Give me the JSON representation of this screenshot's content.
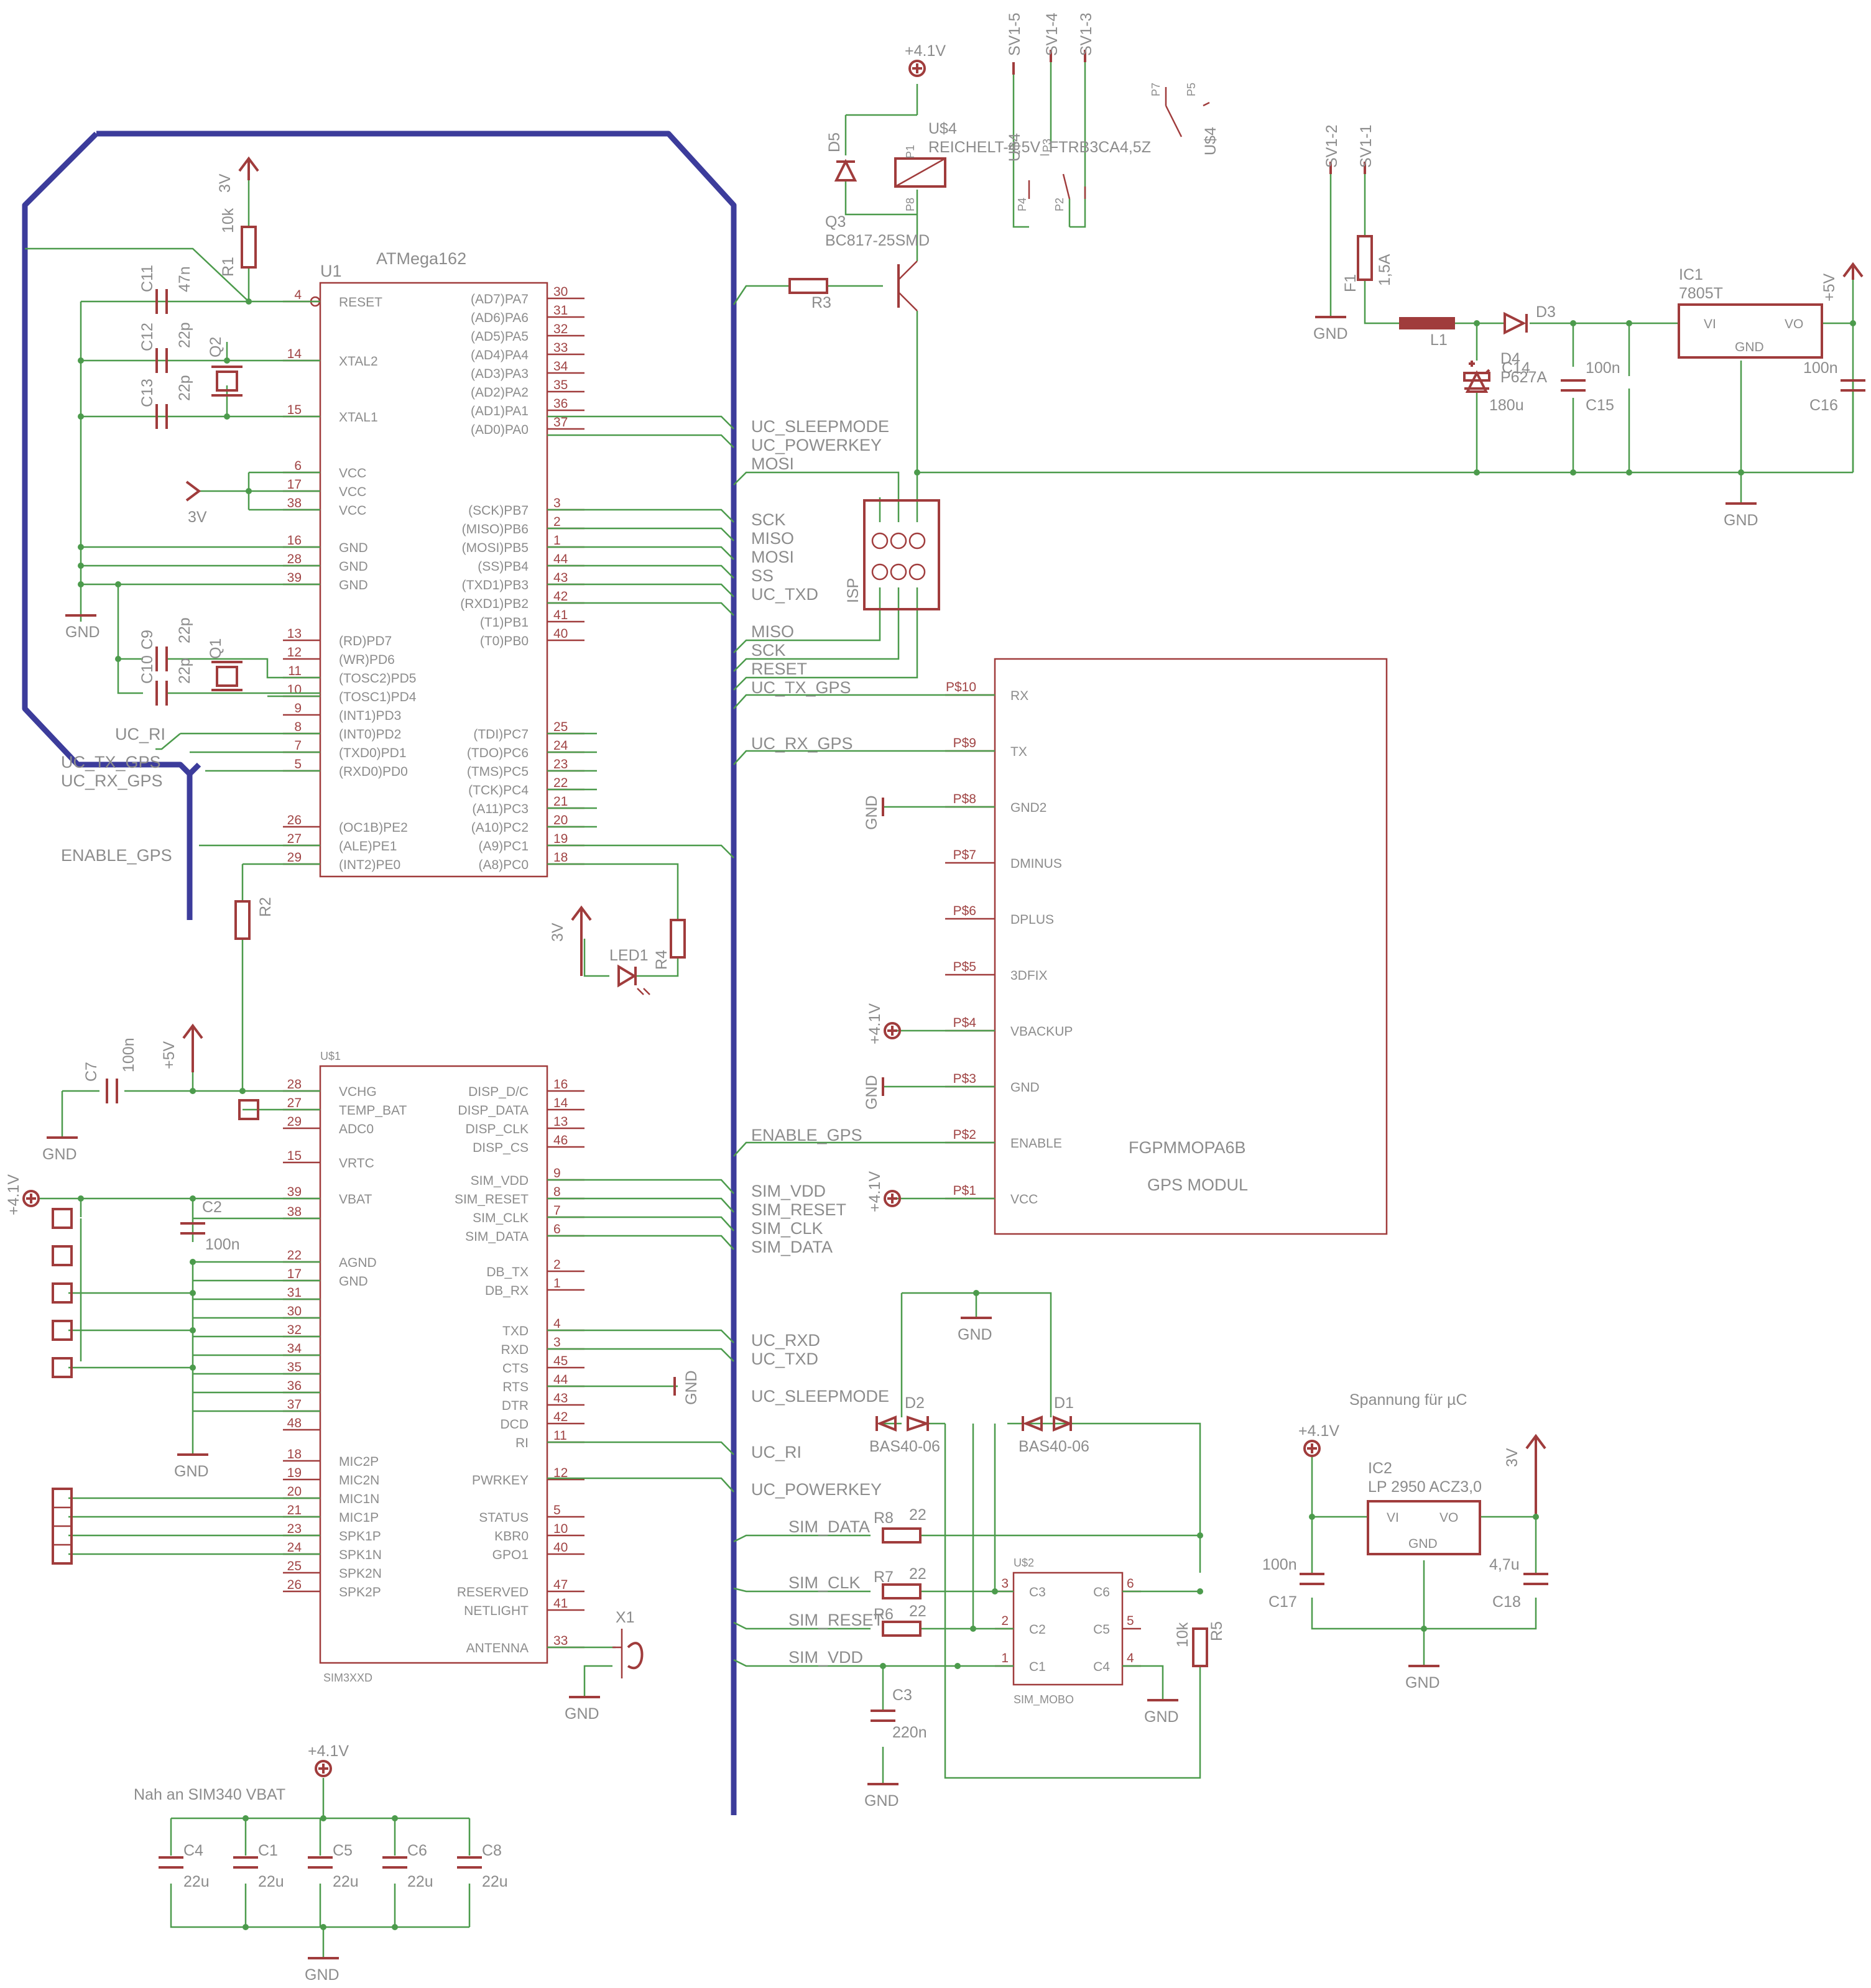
{
  "colors": {
    "wire": "#4c9b4c",
    "part": "#a03c3c",
    "bus": "#3c3c9b",
    "text": "#8c8c8c",
    "background": "#ffffff"
  },
  "u1": {
    "ref": "U1",
    "name": "ATMega162",
    "left_pins": [
      {
        "num": "4",
        "name": "RESET"
      },
      {
        "num": "14",
        "name": "XTAL2"
      },
      {
        "num": "15",
        "name": "XTAL1"
      },
      {
        "num": "6",
        "name": "VCC"
      },
      {
        "num": "17",
        "name": "VCC"
      },
      {
        "num": "38",
        "name": "VCC"
      },
      {
        "num": "16",
        "name": "GND"
      },
      {
        "num": "28",
        "name": "GND"
      },
      {
        "num": "39",
        "name": "GND"
      },
      {
        "num": "13",
        "name": "(RD)PD7"
      },
      {
        "num": "12",
        "name": "(WR)PD6"
      },
      {
        "num": "11",
        "name": "(TOSC2)PD5"
      },
      {
        "num": "10",
        "name": "(TOSC1)PD4"
      },
      {
        "num": "9",
        "name": "(INT1)PD3"
      },
      {
        "num": "8",
        "name": "(INT0)PD2"
      },
      {
        "num": "7",
        "name": "(TXD0)PD1"
      },
      {
        "num": "5",
        "name": "(RXD0)PD0"
      },
      {
        "num": "26",
        "name": "(OC1B)PE2"
      },
      {
        "num": "27",
        "name": "(ALE)PE1"
      },
      {
        "num": "29",
        "name": "(INT2)PE0"
      }
    ],
    "right_pins": [
      {
        "num": "30",
        "name": "(AD7)PA7"
      },
      {
        "num": "31",
        "name": "(AD6)PA6"
      },
      {
        "num": "32",
        "name": "(AD5)PA5"
      },
      {
        "num": "33",
        "name": "(AD4)PA4"
      },
      {
        "num": "34",
        "name": "(AD3)PA3"
      },
      {
        "num": "35",
        "name": "(AD2)PA2"
      },
      {
        "num": "36",
        "name": "(AD1)PA1"
      },
      {
        "num": "37",
        "name": "(AD0)PA0"
      },
      {
        "num": "3",
        "name": "(SCK)PB7"
      },
      {
        "num": "2",
        "name": "(MISO)PB6"
      },
      {
        "num": "1",
        "name": "(MOSI)PB5"
      },
      {
        "num": "44",
        "name": "(SS)PB4"
      },
      {
        "num": "43",
        "name": "(TXD1)PB3"
      },
      {
        "num": "42",
        "name": "(RXD1)PB2"
      },
      {
        "num": "41",
        "name": "(T1)PB1"
      },
      {
        "num": "40",
        "name": "(T0)PB0"
      },
      {
        "num": "25",
        "name": "(TDI)PC7"
      },
      {
        "num": "24",
        "name": "(TDO)PC6"
      },
      {
        "num": "23",
        "name": "(TMS)PC5"
      },
      {
        "num": "22",
        "name": "(TCK)PC4"
      },
      {
        "num": "21",
        "name": "(A11)PC3"
      },
      {
        "num": "20",
        "name": "(A10)PC2"
      },
      {
        "num": "19",
        "name": "(A9)PC1"
      },
      {
        "num": "18",
        "name": "(A8)PC0"
      }
    ]
  },
  "usim": {
    "ref": "U$1",
    "part": "SIM3XXD",
    "left_pins": [
      {
        "num": "28",
        "name": "VCHG"
      },
      {
        "num": "27",
        "name": "TEMP_BAT"
      },
      {
        "num": "29",
        "name": "ADC0"
      },
      {
        "num": "15",
        "name": "VRTC"
      },
      {
        "num": "39",
        "name": "VBAT"
      },
      {
        "num": "38",
        "name": ""
      },
      {
        "num": "22",
        "name": "AGND"
      },
      {
        "num": "17",
        "name": "GND"
      },
      {
        "num": "31",
        "name": ""
      },
      {
        "num": "30",
        "name": ""
      },
      {
        "num": "32",
        "name": ""
      },
      {
        "num": "34",
        "name": ""
      },
      {
        "num": "35",
        "name": ""
      },
      {
        "num": "36",
        "name": ""
      },
      {
        "num": "37",
        "name": ""
      },
      {
        "num": "48",
        "name": ""
      },
      {
        "num": "18",
        "name": "MIC2P"
      },
      {
        "num": "19",
        "name": "MIC2N"
      },
      {
        "num": "20",
        "name": "MIC1N"
      },
      {
        "num": "21",
        "name": "MIC1P"
      },
      {
        "num": "23",
        "name": "SPK1P"
      },
      {
        "num": "24",
        "name": "SPK1N"
      },
      {
        "num": "25",
        "name": "SPK2N"
      },
      {
        "num": "26",
        "name": "SPK2P"
      }
    ],
    "right_pins": [
      {
        "num": "16",
        "name": "DISP_D/C"
      },
      {
        "num": "14",
        "name": "DISP_DATA"
      },
      {
        "num": "13",
        "name": "DISP_CLK"
      },
      {
        "num": "46",
        "name": "DISP_CS"
      },
      {
        "num": "9",
        "name": "SIM_VDD"
      },
      {
        "num": "8",
        "name": "SIM_RESET"
      },
      {
        "num": "7",
        "name": "SIM_CLK"
      },
      {
        "num": "6",
        "name": "SIM_DATA"
      },
      {
        "num": "2",
        "name": "DB_TX"
      },
      {
        "num": "1",
        "name": "DB_RX"
      },
      {
        "num": "4",
        "name": "TXD"
      },
      {
        "num": "3",
        "name": "RXD"
      },
      {
        "num": "45",
        "name": "CTS"
      },
      {
        "num": "44",
        "name": "RTS"
      },
      {
        "num": "43",
        "name": "DTR"
      },
      {
        "num": "42",
        "name": "DCD"
      },
      {
        "num": "11",
        "name": "RI"
      },
      {
        "num": "12",
        "name": "PWRKEY"
      },
      {
        "num": "5",
        "name": "STATUS"
      },
      {
        "num": "10",
        "name": "KBR0"
      },
      {
        "num": "40",
        "name": "GPO1"
      },
      {
        "num": "47",
        "name": "RESERVED"
      },
      {
        "num": "41",
        "name": "NETLIGHT"
      },
      {
        "num": "33",
        "name": "ANTENNA"
      }
    ]
  },
  "gps": {
    "name": "FGPMMOPA6B",
    "subtitle": "GPS MODUL",
    "pins": [
      {
        "num": "P$10",
        "name": "RX"
      },
      {
        "num": "P$9",
        "name": "TX"
      },
      {
        "num": "P$8",
        "name": "GND2"
      },
      {
        "num": "P$7",
        "name": "DMINUS"
      },
      {
        "num": "P$6",
        "name": "DPLUS"
      },
      {
        "num": "P$5",
        "name": "3DFIX"
      },
      {
        "num": "P$4",
        "name": "VBACKUP"
      },
      {
        "num": "P$3",
        "name": "GND"
      },
      {
        "num": "P$2",
        "name": "ENABLE"
      },
      {
        "num": "P$1",
        "name": "VCC"
      }
    ]
  },
  "simholder": {
    "ref": "U$2",
    "part": "SIM_MOBO",
    "pins": [
      {
        "num": "3",
        "name": "C3"
      },
      {
        "num": "2",
        "name": "C2"
      },
      {
        "num": "1",
        "name": "C1"
      },
      {
        "num": "6",
        "name": "C6"
      },
      {
        "num": "5",
        "name": "C5"
      },
      {
        "num": "4",
        "name": "C4"
      }
    ]
  },
  "bus_nets": {
    "right": [
      "UC_SLEEPMODE",
      "UC_POWERKEY",
      "MOSI",
      "SCK",
      "MISO",
      "MOSI",
      "SS",
      "UC_TXD",
      "MISO",
      "SCK",
      "RESET",
      "UC_TX_GPS",
      "UC_RX_GPS",
      "ENABLE_GPS",
      "SIM_VDD",
      "SIM_RESET",
      "SIM_CLK",
      "SIM_DATA",
      "UC_RXD",
      "UC_TXD",
      "UC_SLEEPMODE",
      "UC_RI",
      "UC_POWERKEY",
      "SIM_DATA",
      "SIM_CLK",
      "SIM_RESET",
      "SIM_VDD"
    ],
    "left": [
      "UC_RI",
      "UC_TX_GPS",
      "UC_RX_GPS",
      "ENABLE_GPS"
    ]
  },
  "power": {
    "gnd": "GND",
    "v3": "3V",
    "v5": "+5V",
    "v41": "+4.1V"
  },
  "components": {
    "r1": "R1",
    "r1v": "10k",
    "r2": "R2",
    "r3": "R3",
    "r4": "R4",
    "r5": "R5",
    "r5v": "10k",
    "r6": "R6",
    "r6v": "22",
    "r7": "R7",
    "r7v": "22",
    "r8": "R8",
    "r8v": "22",
    "c1": "C1",
    "c1v": "22u",
    "c2": "C2",
    "c2v": "100n",
    "c3": "C3",
    "c3v": "220n",
    "c4": "C4",
    "c4v": "22u",
    "c5": "C5",
    "c5v": "22u",
    "c6": "C6",
    "c6v": "22u",
    "c7": "C7",
    "c7v": "100n",
    "c8": "C8",
    "c8v": "22u",
    "c9": "C9",
    "c9v": "22p",
    "c10": "C10",
    "c10v": "22p",
    "c11": "C11",
    "c11v": "47n",
    "c12": "C12",
    "c12v": "22p",
    "c13": "C13",
    "c13v": "22p",
    "c14": "C14",
    "c14v": "180u",
    "c15": "C15",
    "c15v": "100n",
    "c16": "C16",
    "c16v": "100n",
    "c17": "C17",
    "c17v": "100n",
    "c18": "C18",
    "c18v": "4,7u",
    "q1": "Q1",
    "q2": "Q2",
    "q3": "Q3",
    "q3v": "BC817-25SMD",
    "led1": "LED1",
    "d1": "D1",
    "d2": "D2",
    "dpart": "BAS40-06",
    "d3": "D3",
    "d4": "D4",
    "d4v": "P627A",
    "d5": "D5",
    "ic1": "IC1",
    "ic1v": "7805T",
    "ic2": "IC2",
    "ic2v": "LP 2950 ACZ3,0",
    "vi": "VI",
    "vo": "VO",
    "gndpin": "GND",
    "l1": "L1",
    "f1": "F1",
    "f1v": "1,5A",
    "x1": "X1",
    "isp": "ISP",
    "us4": "U$4",
    "us4v": "REICHELT-4,5V_FTRB3CA4,5Z",
    "sv15": "SV1-5",
    "sv14": "SV1-4",
    "sv13": "SV1-3",
    "sv12": "SV1-2",
    "sv11": "SV1-1",
    "p1": "P1",
    "p2": "P2",
    "p3": "P3",
    "p4": "P4",
    "p5": "P5",
    "p7": "P7",
    "p8": "P8"
  },
  "notes": {
    "sim_vbat": "Nah an SIM340 VBAT",
    "uc_supply": "Spannung für µC"
  }
}
